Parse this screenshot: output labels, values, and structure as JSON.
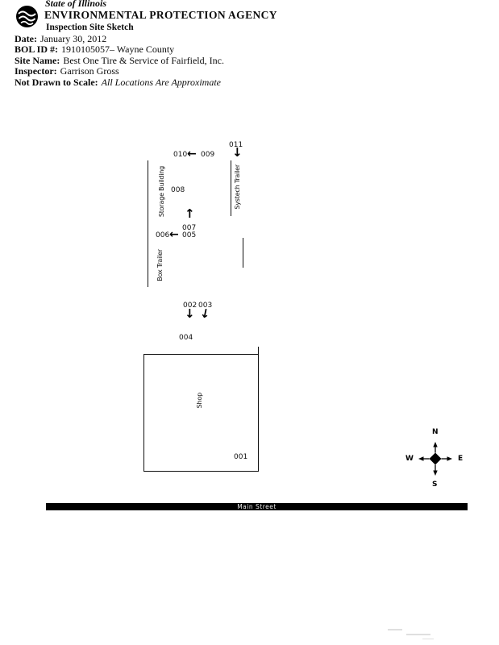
{
  "colors": {
    "ink": "#0a0a0a",
    "paper": "#ffffff",
    "street_bar": "#000000"
  },
  "header": {
    "state_line": "State of Illinois",
    "agency": "ENVIRONMENTAL PROTECTION AGENCY",
    "doc_title": "Inspection Site Sketch"
  },
  "fields": [
    {
      "label": "Date:",
      "value": "January 30, 2012"
    },
    {
      "label": "BOL ID #:",
      "value": "1910105057– Wayne County"
    },
    {
      "label": "Site Name:",
      "value": "Best One Tire & Service of Fairfield, Inc."
    },
    {
      "label": "Inspector:",
      "value": "Garrison Gross"
    },
    {
      "label": "Not Drawn to Scale:",
      "value": "All Locations Are Approximate"
    }
  ],
  "icons": {
    "arrow_left": "←",
    "arrow_up": "↑",
    "arrow_down": "↓"
  },
  "sketch": {
    "point_labels": {
      "p001": "001",
      "p002": "002",
      "p003": "003",
      "p004": "004",
      "p005": "005",
      "p006": "006",
      "p007": "007",
      "p008": "008",
      "p009": "009",
      "p010": "010",
      "p011": "011"
    },
    "building_labels": {
      "storage": "Storage Building",
      "systech": "Systech Trailer",
      "box": "Box Trailer",
      "shop": "Shop"
    },
    "compass": {
      "north": "N",
      "south": "S",
      "east": "E",
      "west": "W"
    },
    "street_name": "Main Street"
  }
}
